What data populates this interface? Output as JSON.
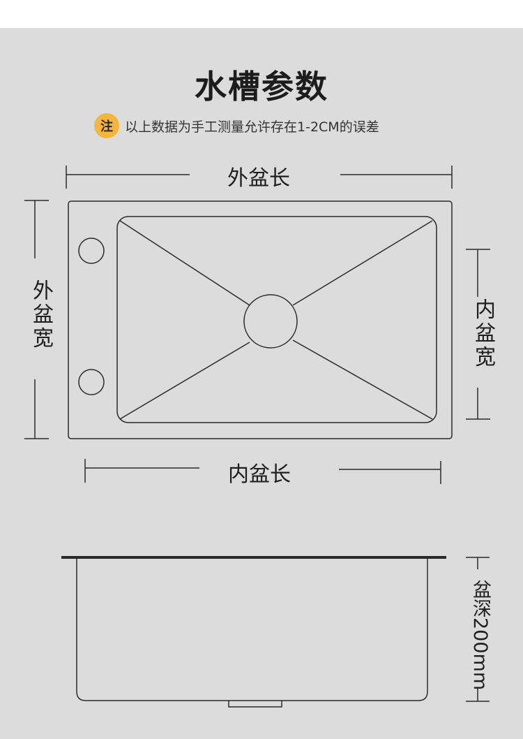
{
  "title": "水槽参数",
  "note": {
    "badge": "注",
    "text": "以上数据为手工测量允许存在1-2CM的误差"
  },
  "labels": {
    "outer_length": "外盆长",
    "outer_width": "外盆宽",
    "inner_width": "内盆宽",
    "inner_length": "内盆长",
    "depth": "盆深200mm"
  },
  "colors": {
    "background": "#dcdcdc",
    "badge": "#f5b53f",
    "line": "#2a2a2a"
  }
}
